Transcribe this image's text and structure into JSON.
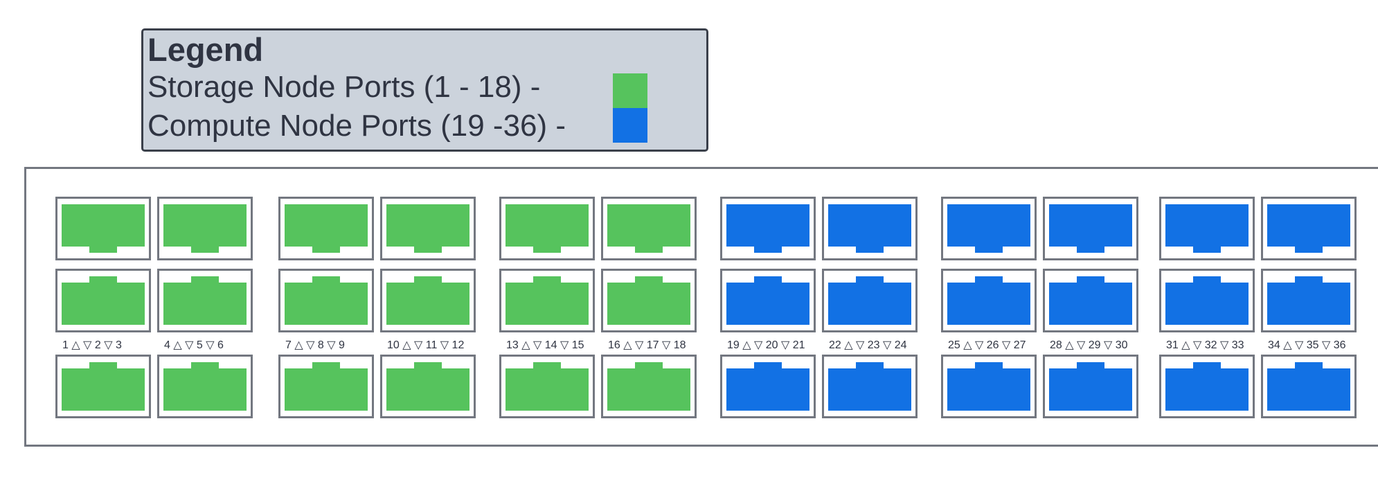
{
  "legend": {
    "title": "Legend",
    "storage_label": "Storage Node Ports (1 - 18) -",
    "compute_label": "Compute Node Ports (19 -36) -"
  },
  "colors": {
    "storage": "#56c35d",
    "compute": "#1271e4"
  },
  "port_groups": [
    {
      "type": "storage",
      "labels": [
        "1 △  ▽ 2  ▽ 3",
        "4 △  ▽ 5  ▽ 6"
      ]
    },
    {
      "type": "storage",
      "labels": [
        "7 △  ▽ 8  ▽ 9",
        "10 △ ▽ 11 ▽ 12"
      ]
    },
    {
      "type": "storage",
      "labels": [
        "13 △ ▽ 14 ▽ 15",
        "16 △ ▽ 17 ▽ 18"
      ]
    },
    {
      "type": "compute",
      "labels": [
        "19 △ ▽ 20 ▽ 21",
        "22 △ ▽ 23 ▽ 24"
      ]
    },
    {
      "type": "compute",
      "labels": [
        "25 △ ▽ 26 ▽ 27",
        "28 △ ▽ 29 ▽ 30"
      ]
    },
    {
      "type": "compute",
      "labels": [
        "31 △ ▽ 32 ▽ 33",
        "34 △ ▽ 35 ▽ 36"
      ]
    }
  ]
}
